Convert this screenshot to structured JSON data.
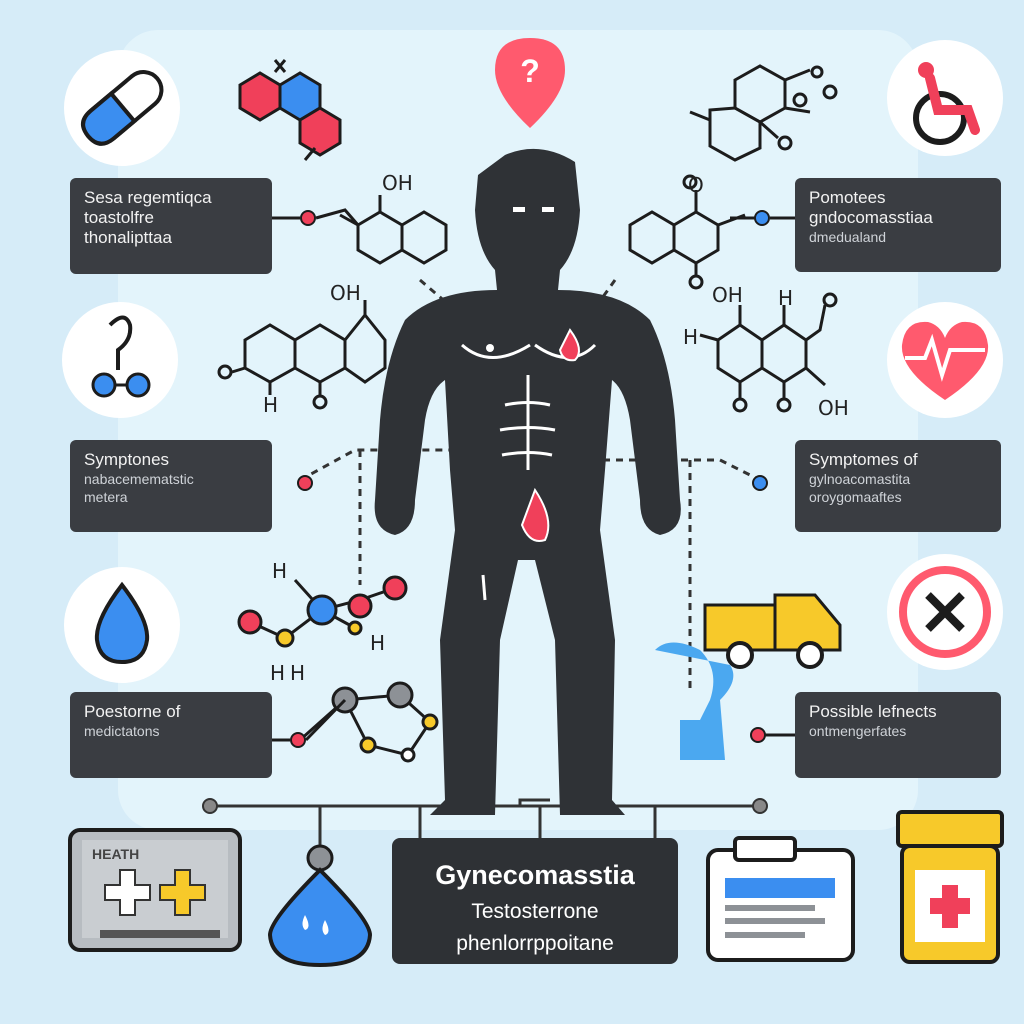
{
  "labels": {
    "top_left": {
      "line1": "Sesa regemtiqca",
      "line2": "toastolfre",
      "line3": "thonalipttaa"
    },
    "top_right": {
      "line1": "Pomotees",
      "line2": "gndocomasstiaa",
      "line3": "dmedualand"
    },
    "mid_left": {
      "line1": "Symptones",
      "line2": "nabacemematstic",
      "line3": "metera"
    },
    "mid_right": {
      "line1": "Symptomes of",
      "line2": "gylnoacomastita",
      "line3": "oroygomaaftes"
    },
    "low_left": {
      "line1": "Poestorne  of",
      "line2": "medictatons"
    },
    "low_right": {
      "line1": "Possible lefnects",
      "line2": "ontmengerfates"
    }
  },
  "center": {
    "title": "Gynecomasstia",
    "line2": "Testosterrone",
    "line3": "phenlorrppoitane"
  },
  "health_label": "HEATH",
  "chem_labels": {
    "oh_a": "OH",
    "oh_b": "OH",
    "h_b": "H",
    "oh_c": "OH",
    "h_c": "H",
    "h_c2": "H",
    "oh_c3": "OH",
    "h_m1": "H",
    "h_m2": "H",
    "h_m3": "H",
    "h_m4": "H",
    "o": "O"
  },
  "colors": {
    "accent_red": "#f0405a",
    "accent_blue": "#2f8fe8",
    "accent_yellow": "#f7c92a",
    "silhouette": "#2f3236"
  },
  "icons": [
    "pill-capsule-icon",
    "question-marker-icon",
    "wheelchair-icon",
    "stethoscope-icon",
    "heart-pulse-icon",
    "water-drop-icon",
    "delivery-truck-icon",
    "cancel-x-icon",
    "health-card-icon",
    "water-flask-icon",
    "medical-chart-icon",
    "medicine-bottle-icon"
  ]
}
